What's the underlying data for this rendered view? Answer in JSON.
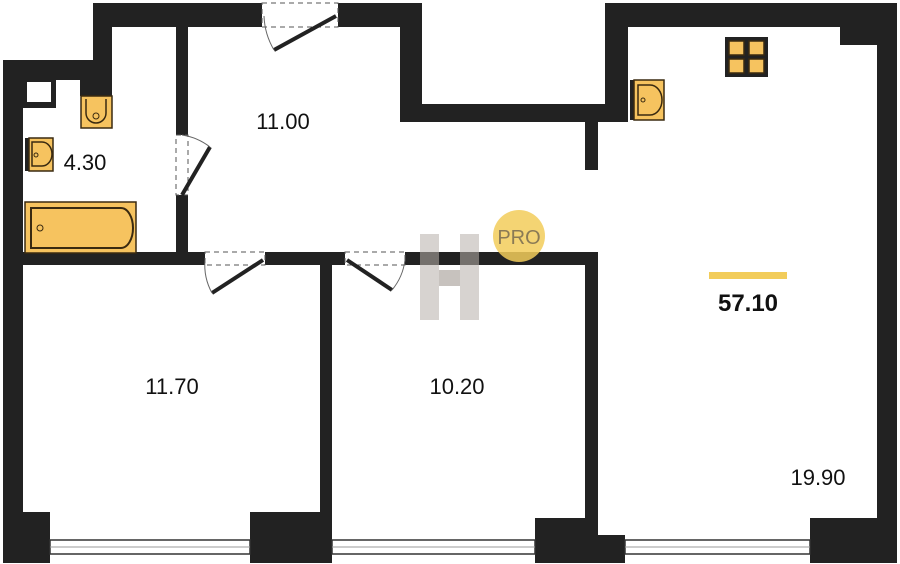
{
  "rooms": {
    "bathroom": {
      "area": "4.30"
    },
    "hallway": {
      "area": "11.00"
    },
    "bedroom_left": {
      "area": "11.70"
    },
    "bedroom_middle": {
      "area": "10.20"
    },
    "kitchen_living": {
      "area": "19.90"
    }
  },
  "total_area": "57.10",
  "watermark": {
    "badge": "PRO",
    "logo_letter": "H"
  },
  "colors": {
    "wall": "#222222",
    "fixture": "#f6c35f",
    "accent": "#f2cc5a"
  }
}
